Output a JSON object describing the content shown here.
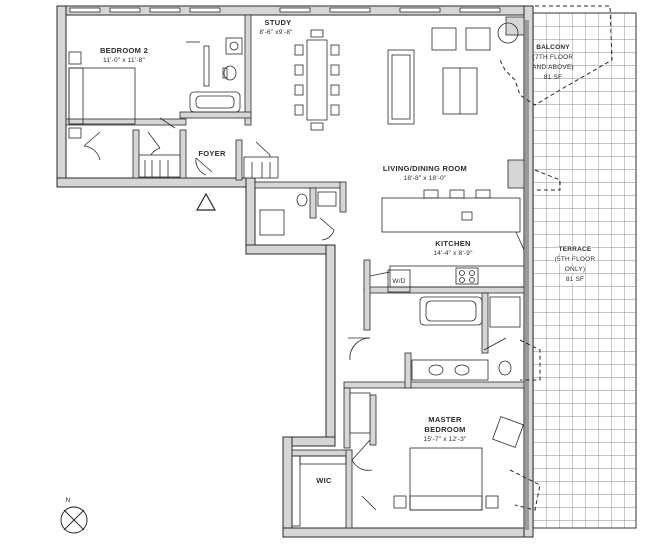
{
  "rooms": {
    "bedroom2": {
      "name": "BEDROOM 2",
      "dims": "11'-0\" x 11'-8\""
    },
    "study": {
      "name": "STUDY",
      "dims": "8'-6\" x9'-8\""
    },
    "foyer": {
      "name": "FOYER"
    },
    "living": {
      "name": "LIVING/DINING ROOM",
      "dims": "18'-8\" x 18'-0\""
    },
    "kitchen": {
      "name": "KITCHEN",
      "dims": "14'-4\" x 8'-9\""
    },
    "balcony": {
      "lines": [
        "BALCONY",
        "(7TH FLOOR",
        "AND ABOVE)",
        "81 SF"
      ]
    },
    "terrace": {
      "lines": [
        "TERRACE",
        "(5TH FLOOR",
        "ONLY)",
        "81 SF"
      ]
    },
    "wd": {
      "name": "W/D"
    },
    "master": {
      "lines": [
        "MASTER",
        "BEDROOM"
      ],
      "dims": "15'-7\" x 12'-3\""
    },
    "wic": {
      "name": "WIC"
    }
  },
  "compass": {
    "label": "N"
  },
  "colors": {
    "wall_fill": "#d6d6d6",
    "wall_stroke": "#2a2a2a",
    "terrace_grid": "#8a8a8a"
  }
}
